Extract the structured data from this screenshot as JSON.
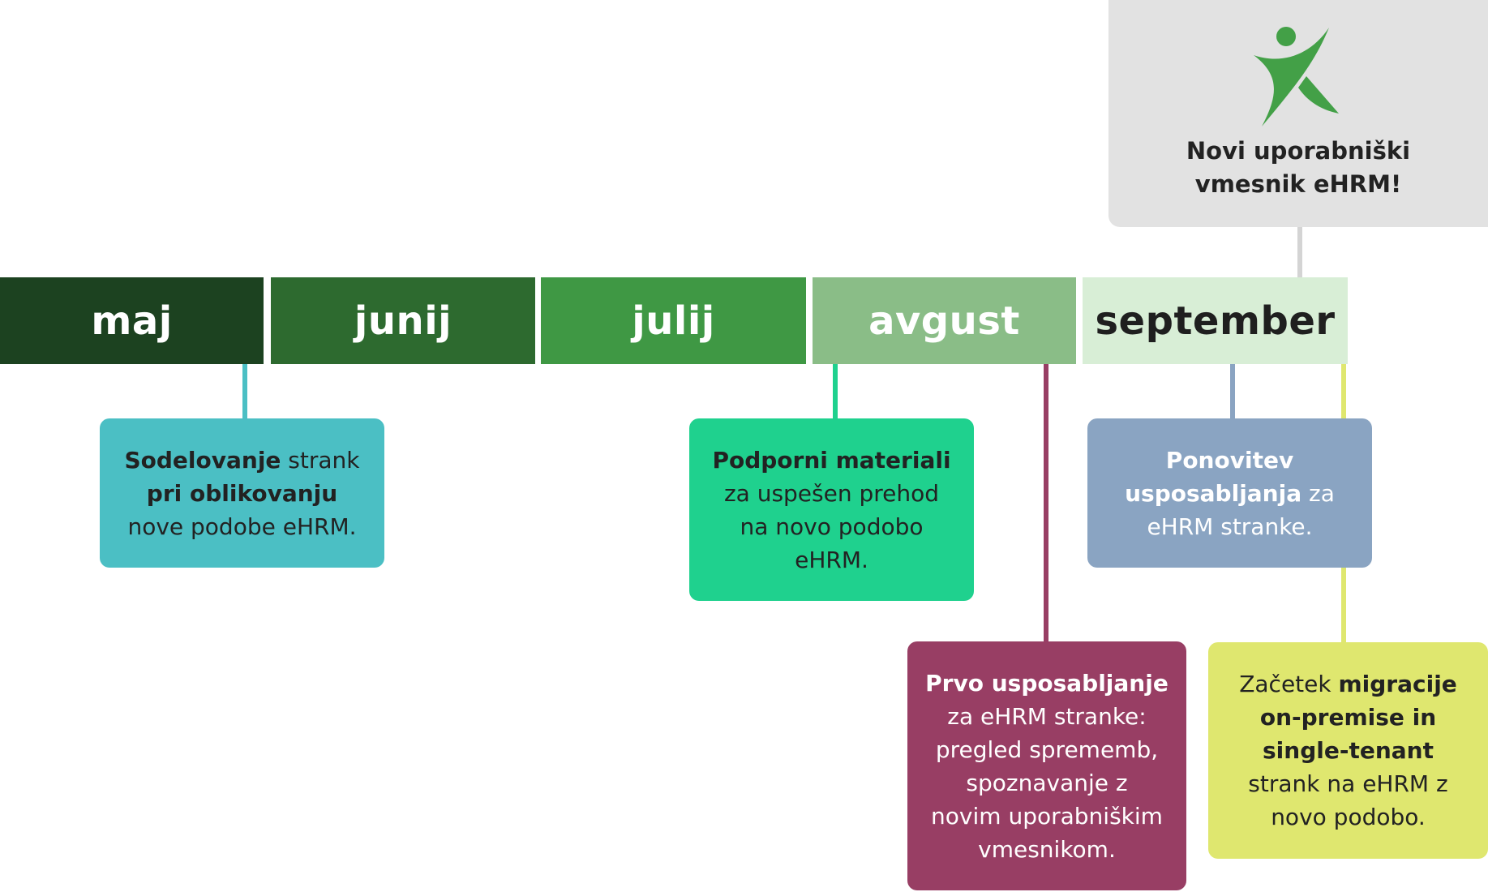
{
  "headline": {
    "lines": [
      "Novi uporabniški",
      "vmesnik eHRM!"
    ],
    "logo_icon": "running-person-logo-icon"
  },
  "months": [
    {
      "label": "maj",
      "color": "#1c4220",
      "text_color": "#ffffff"
    },
    {
      "label": "junij",
      "color": "#2d6a2f",
      "text_color": "#ffffff"
    },
    {
      "label": "julij",
      "color": "#3f9844",
      "text_color": "#ffffff"
    },
    {
      "label": "avgust",
      "color": "#8abd87",
      "text_color": "#ffffff"
    },
    {
      "label": "september",
      "color": "#d8eed6",
      "text_color": "#1f1f1f"
    }
  ],
  "events": [
    {
      "id": "sodelovanje",
      "color": "#4bbfc4",
      "text_color": "#222222",
      "lines": [
        [
          {
            "t": "Sodelovanje",
            "b": true
          },
          {
            "t": " strank",
            "b": false
          }
        ],
        [
          {
            "t": "pri oblikovanju",
            "b": true
          }
        ],
        [
          {
            "t": "nove podobe eHRM.",
            "b": false
          }
        ]
      ]
    },
    {
      "id": "podporni-materiali",
      "color": "#1fd18e",
      "text_color": "#222222",
      "lines": [
        [
          {
            "t": "Podporni materiali",
            "b": true
          }
        ],
        [
          {
            "t": "za uspešen prehod",
            "b": false
          }
        ],
        [
          {
            "t": "na novo podobo",
            "b": false
          }
        ],
        [
          {
            "t": "eHRM.",
            "b": false
          }
        ]
      ]
    },
    {
      "id": "ponovitev-usposabljanja",
      "color": "#8aa4c2",
      "text_color": "#ffffff",
      "lines": [
        [
          {
            "t": "Ponovitev",
            "b": true
          }
        ],
        [
          {
            "t": "usposabljanja",
            "b": true
          },
          {
            "t": " za",
            "b": false
          }
        ],
        [
          {
            "t": "eHRM stranke.",
            "b": false
          }
        ]
      ]
    },
    {
      "id": "prvo-usposabljanje",
      "color": "#983e64",
      "text_color": "#ffffff",
      "lines": [
        [
          {
            "t": "Prvo usposabljanje",
            "b": true
          }
        ],
        [
          {
            "t": "za eHRM stranke:",
            "b": false
          }
        ],
        [
          {
            "t": "pregled sprememb,",
            "b": false
          }
        ],
        [
          {
            "t": "spoznavanje z",
            "b": false
          }
        ],
        [
          {
            "t": "novim uporabniškim",
            "b": false
          }
        ],
        [
          {
            "t": "vmesnikom.",
            "b": false
          }
        ]
      ]
    },
    {
      "id": "zacetek-migracije",
      "color": "#dfe76f",
      "text_color": "#222222",
      "lines": [
        [
          {
            "t": "Začetek ",
            "b": false
          },
          {
            "t": "migracije",
            "b": true
          }
        ],
        [
          {
            "t": "on-premise in",
            "b": true
          }
        ],
        [
          {
            "t": "single-tenant",
            "b": true
          }
        ],
        [
          {
            "t": "strank na eHRM z",
            "b": false
          }
        ],
        [
          {
            "t": "novo podobo.",
            "b": false
          }
        ]
      ]
    }
  ]
}
